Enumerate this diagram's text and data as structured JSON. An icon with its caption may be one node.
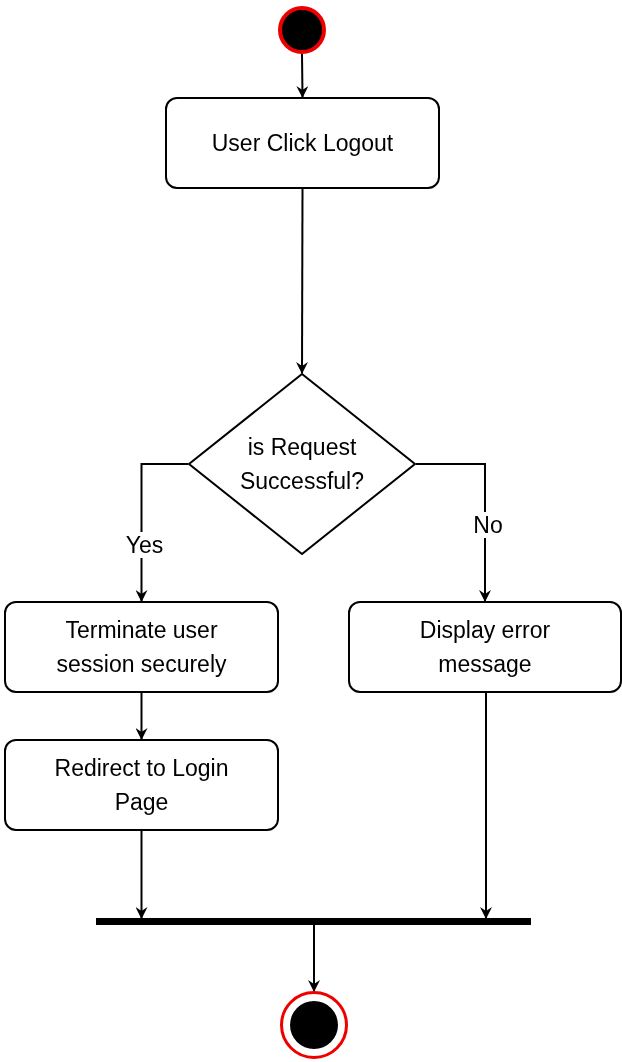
{
  "diagram": {
    "nodes": [
      {
        "text": [],
        "shape": "circle"
      },
      {
        "text": [
          "User Click Logout"
        ]
      },
      {
        "text": [
          "is Request Successful?"
        ]
      },
      {
        "text": [
          "Terminate user session securely"
        ]
      },
      {
        "text": [
          "Display error message"
        ]
      },
      {
        "text": [
          "Redirect to Login Page"
        ]
      },
      {
        "text": [],
        "shape": "bar"
      },
      {
        "text": [],
        "shape": "circle"
      }
    ],
    "edges": [
      {
        "from": 0,
        "to": 1,
        "arrow": "to"
      },
      {
        "from": 1,
        "to": 2,
        "arrow": "to"
      },
      {
        "from": 2,
        "to": 3,
        "arrow": "to",
        "label": "Yes"
      },
      {
        "from": 2,
        "to": 4,
        "arrow": "to",
        "label": "No"
      },
      {
        "from": 3,
        "to": 5,
        "arrow": "to"
      },
      {
        "from": 5,
        "to": 6,
        "arrow": "to"
      },
      {
        "from": 4,
        "to": 6,
        "arrow": "to"
      },
      {
        "from": 6,
        "to": 7,
        "arrow": "to"
      }
    ]
  }
}
